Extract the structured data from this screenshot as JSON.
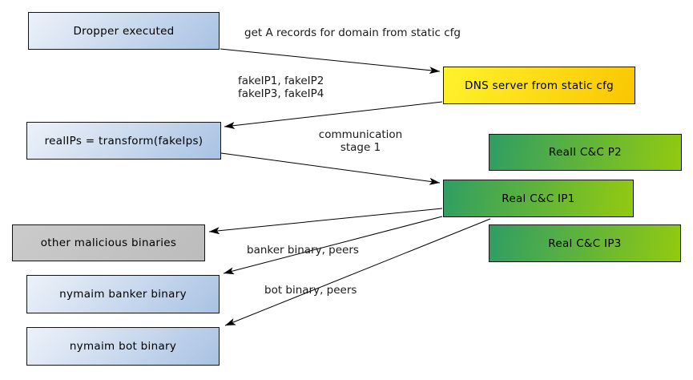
{
  "diagram": {
    "nodes": {
      "dropper": "Dropper executed",
      "dns": "DNS server from static cfg",
      "realips": "realIPs = transform(fakeIps)",
      "cc_p2": "Reall C&C P2",
      "cc_ip1": "Real C&C IP1",
      "cc_ip3": "Real C&C IP3",
      "other": "other malicious binaries",
      "banker": "nymaim banker binary",
      "bot": "nymaim bot binary"
    },
    "edge_labels": {
      "get_a_records": "get A records for domain from static cfg",
      "fake_ips_1": "fakeIP1, fakeIP2",
      "fake_ips_2": "fakeIP3, fakeIP4",
      "comm_1": "communication",
      "comm_2": "stage 1",
      "banker_peers": "banker binary, peers",
      "bot_peers": "bot binary, peers"
    },
    "colors": {
      "blue_light": "#edf2f9",
      "blue_dark": "#a9c2e3",
      "yellow_light": "#fef32b",
      "yellow_dark": "#fbc502",
      "green_dark": "#2f9e63",
      "green_light": "#93ca10",
      "gray_light": "#cbcbcb",
      "gray_dark": "#bcbcbc",
      "border": "#141414",
      "arrow": "#000000"
    }
  }
}
